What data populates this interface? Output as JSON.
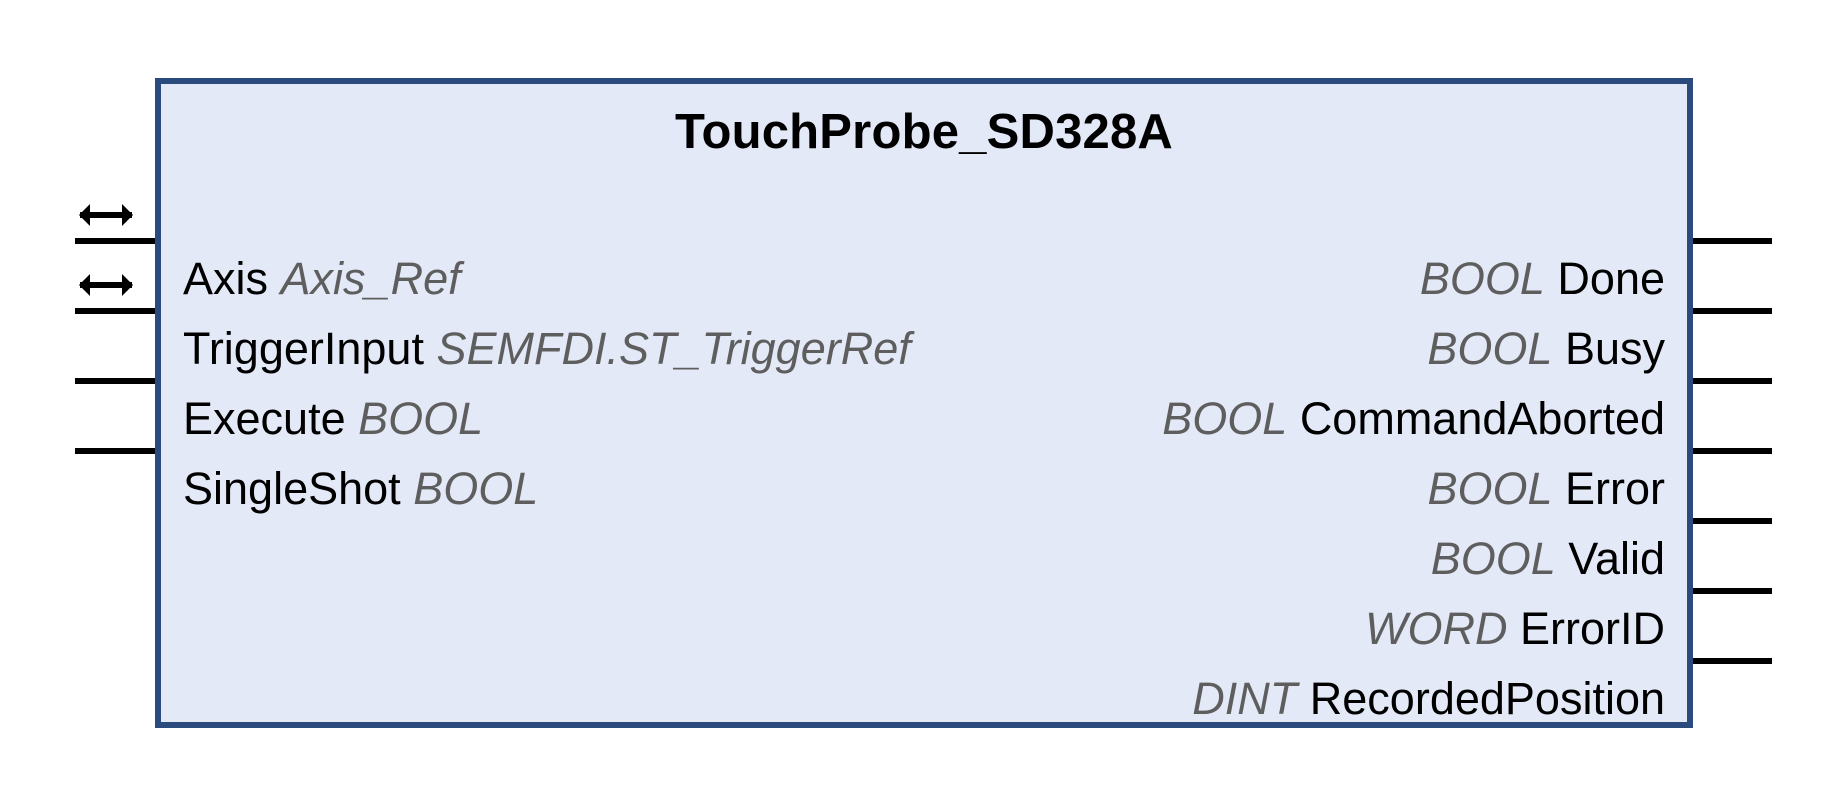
{
  "block": {
    "title": "TouchProbe_SD328A",
    "border_color": "#2b4a7d",
    "fill_color": "#e3e9f7",
    "type_text_color": "#5e5e5e",
    "name_text_color": "#000000"
  },
  "inputs": [
    {
      "name": "Axis",
      "type": "Axis_Ref",
      "pin_kind": "inout",
      "pin_glyph": "bidirectional-arrow"
    },
    {
      "name": "TriggerInput",
      "type": "SEMFDI.ST_TriggerRef",
      "pin_kind": "inout",
      "pin_glyph": "bidirectional-arrow"
    },
    {
      "name": "Execute",
      "type": "BOOL",
      "pin_kind": "in",
      "pin_glyph": "line"
    },
    {
      "name": "SingleShot",
      "type": "BOOL",
      "pin_kind": "in",
      "pin_glyph": "line"
    }
  ],
  "outputs": [
    {
      "name": "Done",
      "type": "BOOL",
      "pin_kind": "out",
      "pin_glyph": "line"
    },
    {
      "name": "Busy",
      "type": "BOOL",
      "pin_kind": "out",
      "pin_glyph": "line"
    },
    {
      "name": "CommandAborted",
      "type": "BOOL",
      "pin_kind": "out",
      "pin_glyph": "line"
    },
    {
      "name": "Error",
      "type": "BOOL",
      "pin_kind": "out",
      "pin_glyph": "line"
    },
    {
      "name": "Valid",
      "type": "BOOL",
      "pin_kind": "out",
      "pin_glyph": "line"
    },
    {
      "name": "ErrorID",
      "type": "WORD",
      "pin_kind": "out",
      "pin_glyph": "line"
    },
    {
      "name": "RecordedPosition",
      "type": "DINT",
      "pin_kind": "out",
      "pin_glyph": "line"
    }
  ]
}
